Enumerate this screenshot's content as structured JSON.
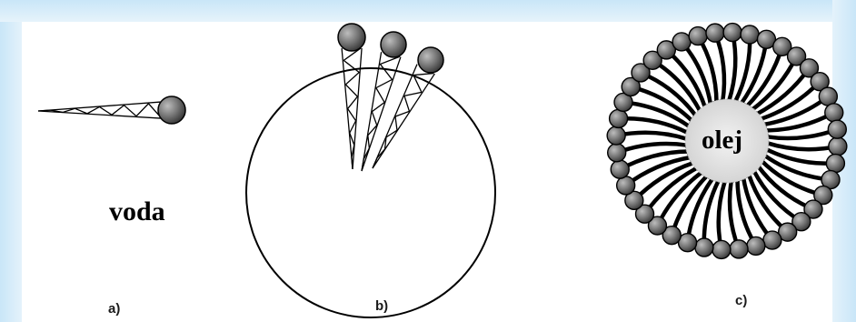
{
  "labels": {
    "water": "voda",
    "oil": "olej",
    "panel_a": "a)",
    "panel_b": "b)",
    "panel_c": "c)"
  },
  "colors": {
    "background_tint": "#d6ecf9",
    "line": "#000000",
    "head_fill": "#6f6f6f",
    "oil_core": "#e2e2e2"
  },
  "diagram": {
    "panel_a_molecules": 1,
    "panel_b_molecules": 3,
    "panel_c_micelle_molecules": 40
  }
}
